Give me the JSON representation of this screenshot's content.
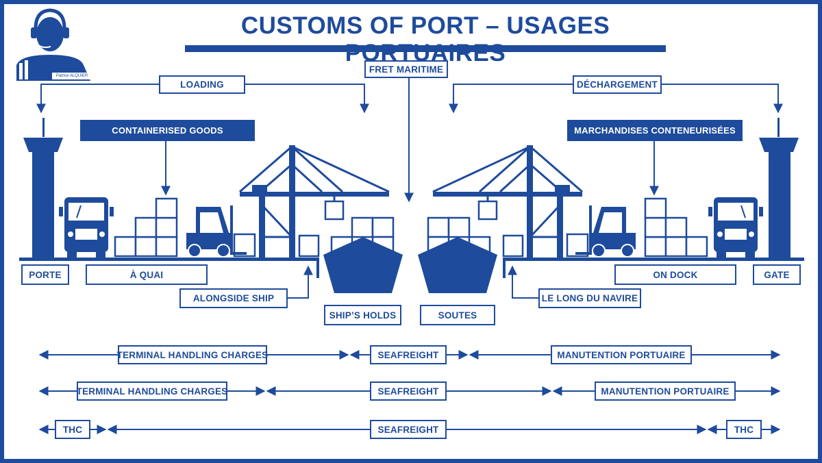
{
  "title": "CUSTOMS OF PORT – USAGES PORTUAIRES",
  "author_tag": "Patrice ALQUIER",
  "colors": {
    "primary": "#1e4b9b",
    "background": "#ffffff"
  },
  "icons": [
    "headset-avatar-icon",
    "control-tower-icon",
    "truck-icon",
    "forklift-icon",
    "gantry-crane-icon",
    "ship-hull-icon",
    "container-icon"
  ],
  "top_labels": {
    "loading": "LOADING",
    "fret_maritime": "FRET MARITIME",
    "dechargement": "DÉCHARGEMENT",
    "containerised_goods": "CONTAINERISED GOODS",
    "marchandises_conteneurisees": "MARCHANDISES CONTENEURISÉES"
  },
  "place_labels": {
    "porte": "PORTE",
    "a_quai": "À QUAI",
    "alongside_ship": "ALONGSIDE SHIP",
    "ships_holds": "SHIP’S HOLDS",
    "soutes": "SOUTES",
    "le_long_du_navire": "LE LONG DU NAVIRE",
    "on_dock": "ON DOCK",
    "gate": "GATE"
  },
  "rows": [
    {
      "left": "TERMINAL HANDLING CHARGES",
      "middle": "SEAFREIGHT",
      "right": "MANUTENTION PORTUAIRE"
    },
    {
      "left": "TERMINAL HANDLING CHARGES",
      "middle": "SEAFREIGHT",
      "right": "MANUTENTION PORTUAIRE"
    },
    {
      "left": "THC",
      "middle": "SEAFREIGHT",
      "right": "THC"
    }
  ]
}
